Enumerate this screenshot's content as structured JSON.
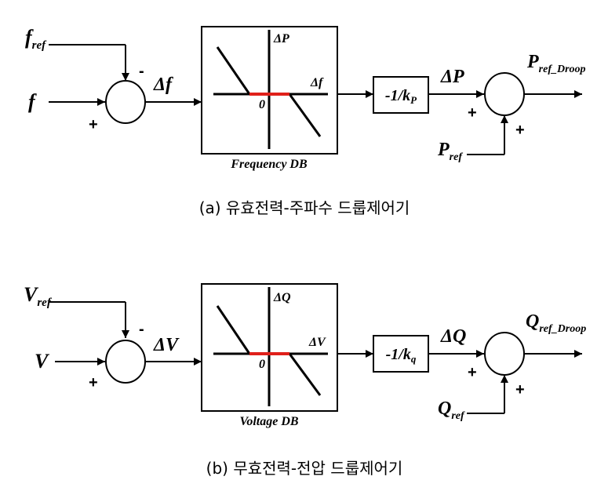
{
  "colors": {
    "line": "#000000",
    "deadband": "#e0201a",
    "background": "#ffffff"
  },
  "diagram_a": {
    "ref_input_main": "f",
    "ref_input_sub": "ref",
    "input": "f",
    "sign_ref": "-",
    "sign_input": "+",
    "error": "Δf",
    "block_axis_y": "ΔP",
    "block_axis_x": "Δf",
    "block_origin": "0",
    "block_caption": "Frequency DB",
    "gain_main": "-1/k",
    "gain_sub": "P",
    "gain_out": "ΔP",
    "sum2_sign_left": "+",
    "sum2_sign_bottom": "+",
    "output_main": "P",
    "output_sub": "ref_Droop",
    "ref2_main": "P",
    "ref2_sub": "ref",
    "caption": "(a) 유효전력-주파수 드룹제어기"
  },
  "diagram_b": {
    "ref_input_main": "V",
    "ref_input_sub": "ref",
    "input": "V",
    "sign_ref": "-",
    "sign_input": "+",
    "error": "ΔV",
    "block_axis_y": "ΔQ",
    "block_axis_x": "ΔV",
    "block_origin": "0",
    "block_caption": "Voltage DB",
    "gain_main": "-1/k",
    "gain_sub": "q",
    "gain_out": "ΔQ",
    "sum2_sign_left": "+",
    "sum2_sign_bottom": "+",
    "output_main": "Q",
    "output_sub": "ref_Droop",
    "ref2_main": "Q",
    "ref2_sub": "ref",
    "caption": "(b) 무효전력-전압 드룹제어기"
  }
}
